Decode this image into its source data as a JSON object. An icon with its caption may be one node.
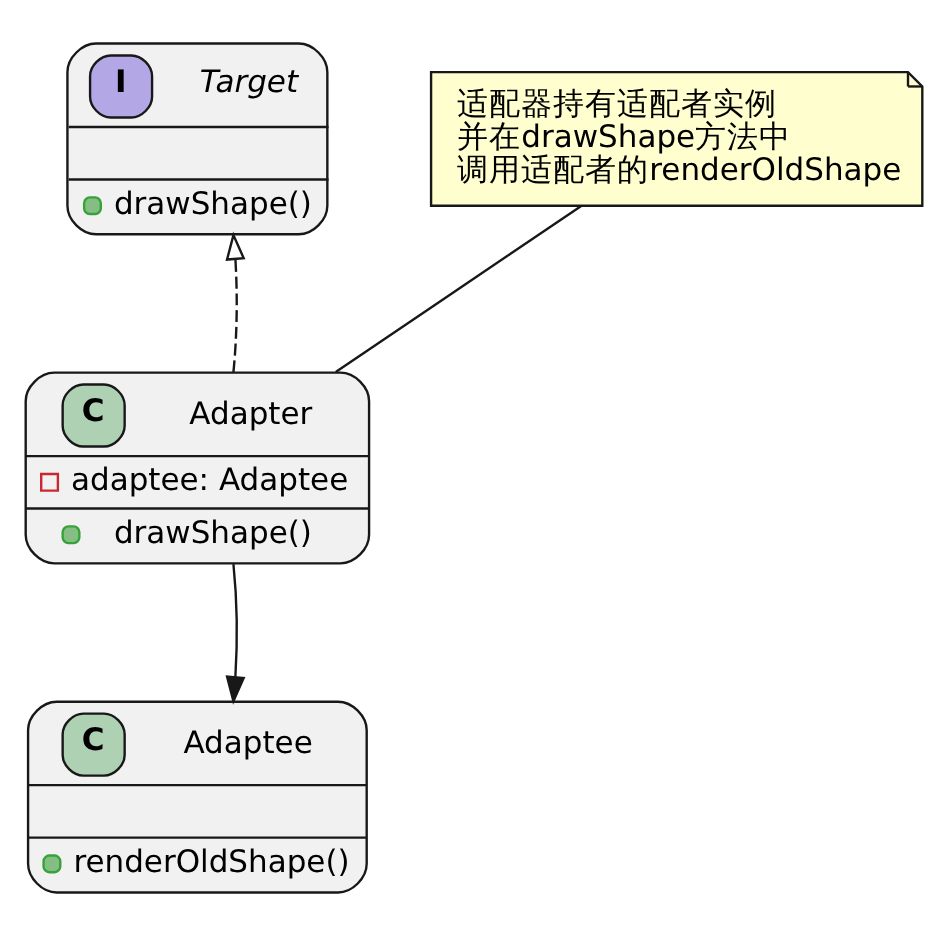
{
  "diagram": {
    "nodes": [
      {
        "text": [
          "I",
          "Target",
          "drawShape()"
        ]
      },
      {
        "text": [
          "适配器持有适配者实例并在drawShape方法中调用适配者的renderOldShape"
        ]
      },
      {
        "text": [
          "C",
          "Adapter",
          "adaptee: Adaptee",
          "drawShape()"
        ]
      },
      {
        "text": [
          "C",
          "Adaptee",
          "renderOldShape()"
        ]
      }
    ],
    "edges": [
      {
        "from": 2,
        "to": 0,
        "arrow": "to",
        "style": "dashed"
      },
      {
        "from": 2,
        "to": 1,
        "arrow": "none"
      },
      {
        "from": 2,
        "to": 3,
        "arrow": "to"
      }
    ]
  }
}
